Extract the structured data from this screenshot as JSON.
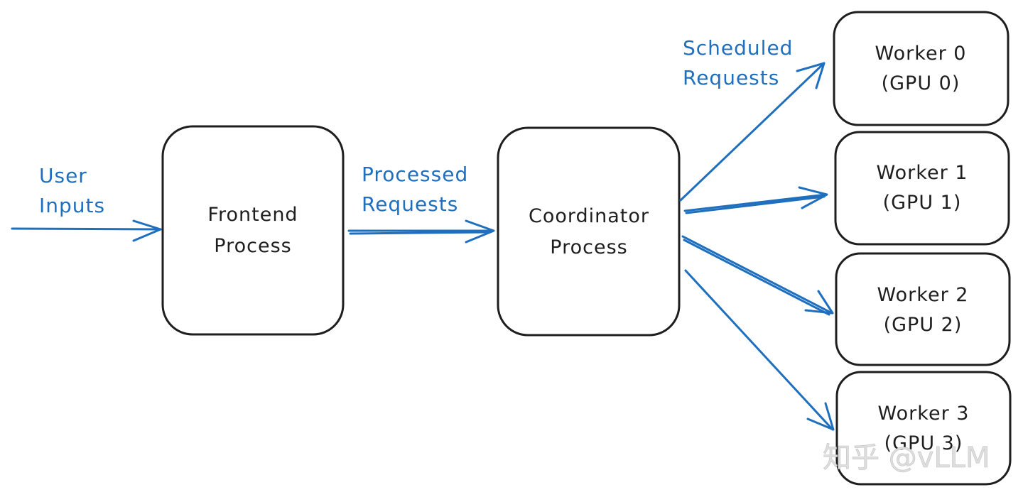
{
  "nodes": {
    "frontend": {
      "line1": "Frontend",
      "line2": "Process"
    },
    "coordinator": {
      "line1": "Coordinator",
      "line2": "Process"
    },
    "worker0": {
      "line1": "Worker 0",
      "line2": "(GPU 0)"
    },
    "worker1": {
      "line1": "Worker 1",
      "line2": "(GPU 1)"
    },
    "worker2": {
      "line1": "Worker 2",
      "line2": "(GPU 2)"
    },
    "worker3": {
      "line1": "Worker 3",
      "line2": "(GPU 3)"
    }
  },
  "edges": {
    "user_inputs": {
      "line1": "User",
      "line2": "Inputs"
    },
    "processed_requests": {
      "line1": "Processed",
      "line2": "Requests"
    },
    "scheduled_requests": {
      "line1": "Scheduled",
      "line2": "Requests"
    }
  },
  "watermark": {
    "text": "知乎 @vLLM"
  },
  "colors": {
    "arrow": "#1f6fbf",
    "box_stroke": "#1e1e1e",
    "label": "#1f6fbf",
    "background": "#ffffff"
  }
}
